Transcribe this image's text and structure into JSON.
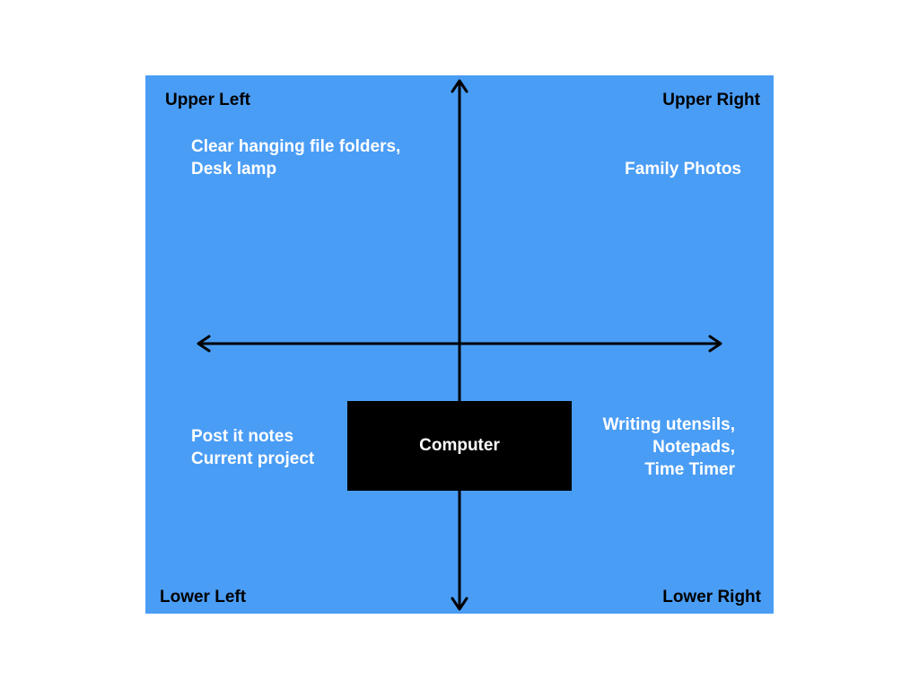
{
  "diagram": {
    "colors": {
      "background": "#4a9df5",
      "axis": "#000000",
      "center_box": "#000000",
      "corner_text": "#000000",
      "item_text": "#ffffff"
    },
    "corners": {
      "upper_left": "Upper Left",
      "upper_right": "Upper Right",
      "lower_left": "Lower Left",
      "lower_right": "Lower Right"
    },
    "quadrant_items": {
      "upper_left": [
        "Clear hanging file folders,",
        "Desk lamp"
      ],
      "upper_right": [
        "Family Photos"
      ],
      "lower_left": [
        "Post it notes",
        "Current project"
      ],
      "lower_right": [
        "Writing utensils,",
        "Notepads,",
        "Time Timer"
      ]
    },
    "center": {
      "label": "Computer"
    }
  }
}
